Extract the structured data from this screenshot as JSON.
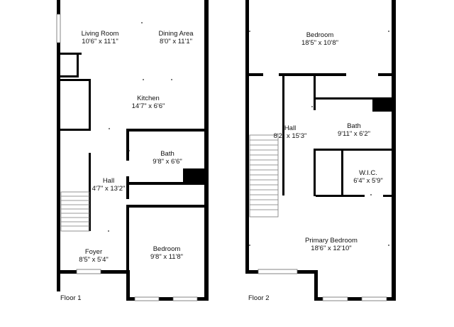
{
  "floors": [
    {
      "label": "Floor 1",
      "rooms": [
        {
          "id": "living-room",
          "name": "Living Room",
          "dims": "10'6\" x 11'1\""
        },
        {
          "id": "dining-area",
          "name": "Dining Area",
          "dims": "8'0\" x 11'1\""
        },
        {
          "id": "kitchen",
          "name": "Kitchen",
          "dims": "14'7\" x 6'6\""
        },
        {
          "id": "bath-1",
          "name": "Bath",
          "dims": "9'8\" x 6'6\""
        },
        {
          "id": "hall-1",
          "name": "Hall",
          "dims": "4'7\" x 13'2\""
        },
        {
          "id": "foyer",
          "name": "Foyer",
          "dims": "8'5\" x 5'4\""
        },
        {
          "id": "bedroom-1",
          "name": "Bedroom",
          "dims": "9'8\" x 11'8\""
        }
      ]
    },
    {
      "label": "Floor 2",
      "rooms": [
        {
          "id": "bedroom-2",
          "name": "Bedroom",
          "dims": "18'5\" x 10'8\""
        },
        {
          "id": "hall-2",
          "name": "Hall",
          "dims": "8'2\" x 15'3\""
        },
        {
          "id": "bath-2",
          "name": "Bath",
          "dims": "9'11\" x 6'2\""
        },
        {
          "id": "wic",
          "name": "W.I.C.",
          "dims": "6'4\" x 5'9\""
        },
        {
          "id": "primary-bedroom",
          "name": "Primary Bedroom",
          "dims": "18'6\" x 12'10\""
        }
      ]
    }
  ]
}
